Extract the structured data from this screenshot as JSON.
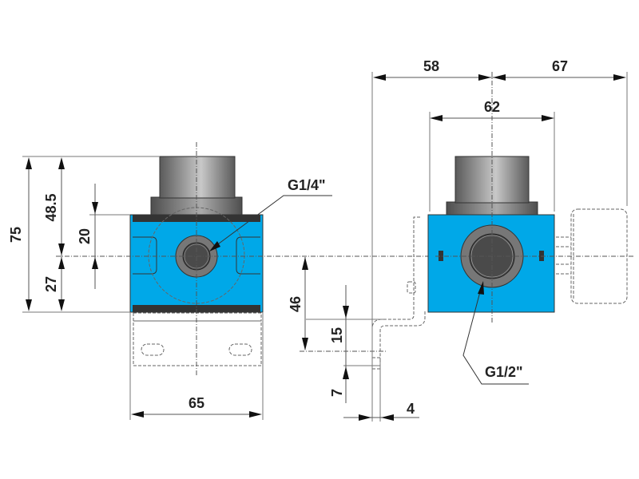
{
  "drawing": {
    "title": "Filter regulator unit – dimensional drawing",
    "colors": {
      "body": "#00a8e8",
      "port_ring": "#777777",
      "port_bore": "#4a4a4a",
      "cap_dark": "#5a5a5a",
      "cap_light": "#c8c8c8",
      "band": "#333333"
    },
    "front_view": {
      "port_label": "G1/4\"",
      "dims": {
        "total_height": "75",
        "upper_height": "48.5",
        "lower_height": "27",
        "half_body": "20",
        "width": "65"
      }
    },
    "side_view": {
      "port_label": "G1/2\"",
      "dims": {
        "left_offset": "58",
        "right_offset": "67",
        "body_width": "62",
        "bracket_drop": "46",
        "bracket_step": "15",
        "bracket_tail": "7",
        "bracket_thickness": "4"
      }
    }
  }
}
